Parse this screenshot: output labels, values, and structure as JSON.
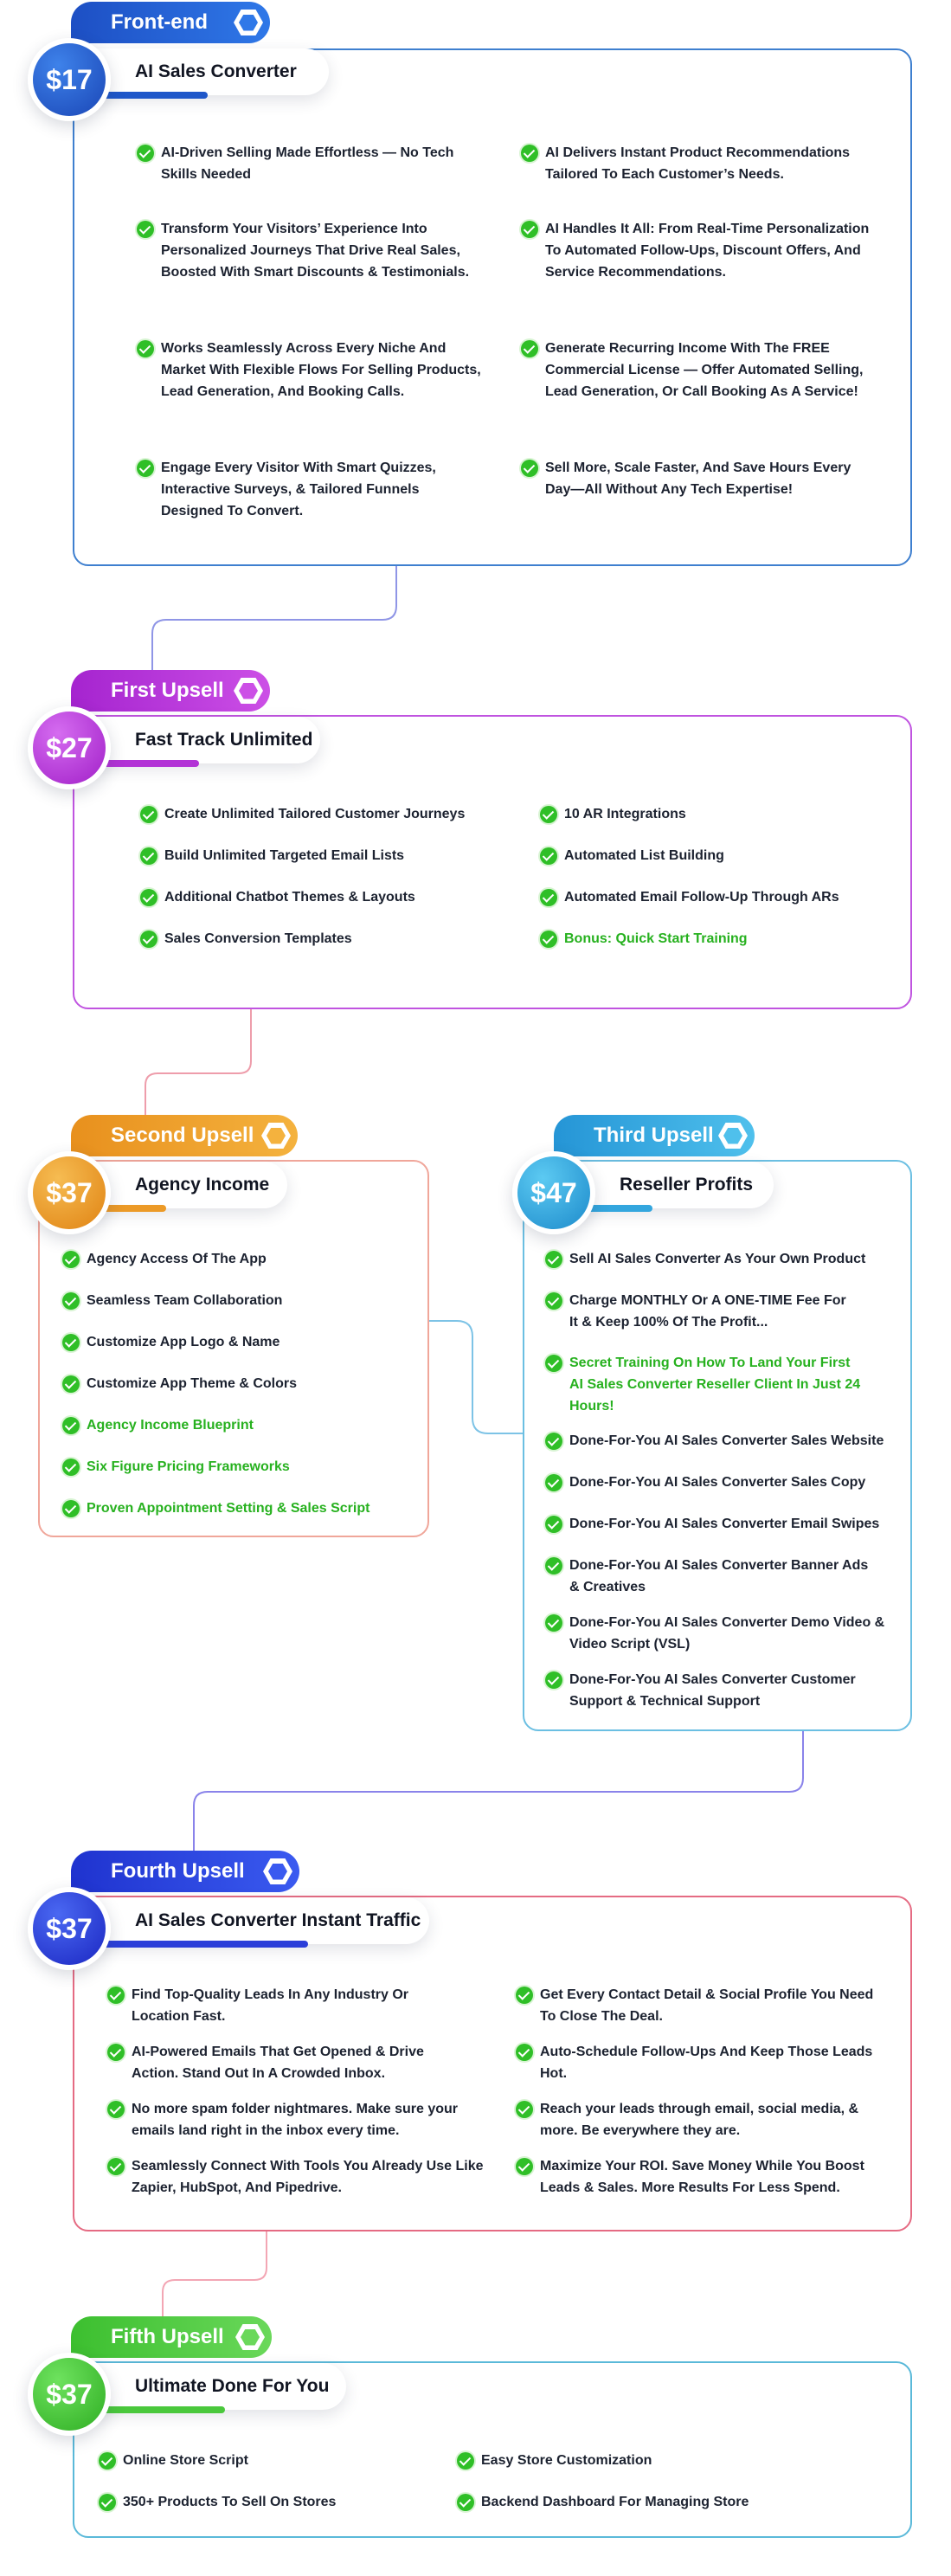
{
  "blocks": [
    {
      "tab": "Front-end",
      "price": "$17",
      "product": "AI Sales Converter",
      "color": "#1f57c9",
      "features": [
        {
          "text": "AI-Driven Selling Made Effortless — No Tech Skills Needed"
        },
        {
          "text": "AI Delivers Instant Product Recommendations Tailored To Each Customer’s Needs."
        },
        {
          "text": "Transform Your Visitors’ Experience Into Personalized Journeys That Drive Real Sales, Boosted With Smart Discounts & Testimonials."
        },
        {
          "text": "AI Handles It All: From Real-Time Personalization To Automated Follow-Ups, Discount Offers, And Service Recommendations."
        },
        {
          "text": "Works Seamlessly Across Every Niche And Market With Flexible Flows For Selling Products, Lead Generation, And Booking Calls."
        },
        {
          "text": "Generate Recurring Income With The FREE Commercial License — Offer Automated Selling, Lead Generation, Or Call Booking As A Service!"
        },
        {
          "text": "Engage Every Visitor With Smart Quizzes, Interactive Surveys, & Tailored Funnels Designed To Convert."
        },
        {
          "text": "Sell More, Scale Faster, And Save Hours Every Day—All Without Any Tech Expertise!"
        }
      ]
    },
    {
      "tab": "First Upsell",
      "price": "$27",
      "product": "Fast Track Unlimited",
      "color": "#b233d6",
      "features": [
        {
          "text": "Create Unlimited Tailored Customer Journeys"
        },
        {
          "text": "10 AR Integrations"
        },
        {
          "text": "Build Unlimited Targeted Email Lists"
        },
        {
          "text": "Automated List Building"
        },
        {
          "text": "Additional Chatbot Themes & Layouts"
        },
        {
          "text": "Automated Email Follow-Up Through ARs"
        },
        {
          "text": "Sales Conversion Templates"
        },
        {
          "text": "Bonus: Quick Start Training",
          "green": true
        }
      ]
    },
    {
      "tab": "Second Upsell",
      "price": "$37",
      "product": "Agency Income",
      "color": "#ec9a27",
      "features": [
        {
          "text": "Agency Access Of The App"
        },
        {
          "text": "Seamless Team Collaboration"
        },
        {
          "text": "Customize App Logo & Name"
        },
        {
          "text": "Customize App Theme & Colors"
        },
        {
          "text": "Agency Income Blueprint",
          "green": true
        },
        {
          "text": "Six Figure Pricing Frameworks",
          "green": true
        },
        {
          "text": "Proven Appointment Setting & Sales Script",
          "green": true
        }
      ]
    },
    {
      "tab": "Third Upsell",
      "price": "$47",
      "product": "Reseller Profits",
      "color": "#33a6de",
      "features": [
        {
          "text": "Sell AI Sales Converter As Your Own Product"
        },
        {
          "text": "Charge MONTHLY Or A ONE-TIME Fee For It & Keep 100% Of The Profit..."
        },
        {
          "text": "Secret Training On How To Land Your First AI Sales Converter Reseller Client In Just 24 Hours!",
          "green": true
        },
        {
          "text": "Done-For-You AI Sales Converter Sales Website"
        },
        {
          "text": "Done-For-You AI Sales Converter Sales Copy"
        },
        {
          "text": "Done-For-You AI Sales Converter Email Swipes"
        },
        {
          "text": "Done-For-You AI Sales Converter Banner Ads & Creatives"
        },
        {
          "text": "Done-For-You AI Sales Converter Demo Video & Video Script (VSL)"
        },
        {
          "text": "Done-For-You AI Sales Converter Customer Support & Technical Support"
        }
      ]
    },
    {
      "tab": "Fourth Upsell",
      "price": "$37",
      "product": "AI Sales Converter Instant Traffic",
      "color": "#2b3fd9",
      "features": [
        {
          "text": "Find Top-Quality Leads In Any Industry Or Location Fast."
        },
        {
          "text": "Get Every Contact Detail & Social Profile You Need To Close The Deal."
        },
        {
          "text": "AI-Powered Emails That Get Opened & Drive Action. Stand Out In A Crowded Inbox."
        },
        {
          "text": "Auto-Schedule Follow-Ups And Keep Those Leads Hot."
        },
        {
          "text": "No more spam folder nightmares. Make sure your emails land right in the inbox every time."
        },
        {
          "text": "Reach your leads through email, social media, & more. Be everywhere they are."
        },
        {
          "text": "Seamlessly Connect With Tools You Already Use Like Zapier, HubSpot, And Pipedrive."
        },
        {
          "text": "Maximize Your ROI. Save Money While You Boost Leads & Sales. More Results For Less Spend."
        }
      ]
    },
    {
      "tab": "Fifth Upsell",
      "price": "$37",
      "product": "Ultimate Done For You",
      "color": "#4ac83c",
      "features": [
        {
          "text": "Online Store Script"
        },
        {
          "text": "Easy Store Customization"
        },
        {
          "text": "350+ Products To Sell On Stores"
        },
        {
          "text": "Backend Dashboard For Managing Store"
        }
      ]
    }
  ]
}
